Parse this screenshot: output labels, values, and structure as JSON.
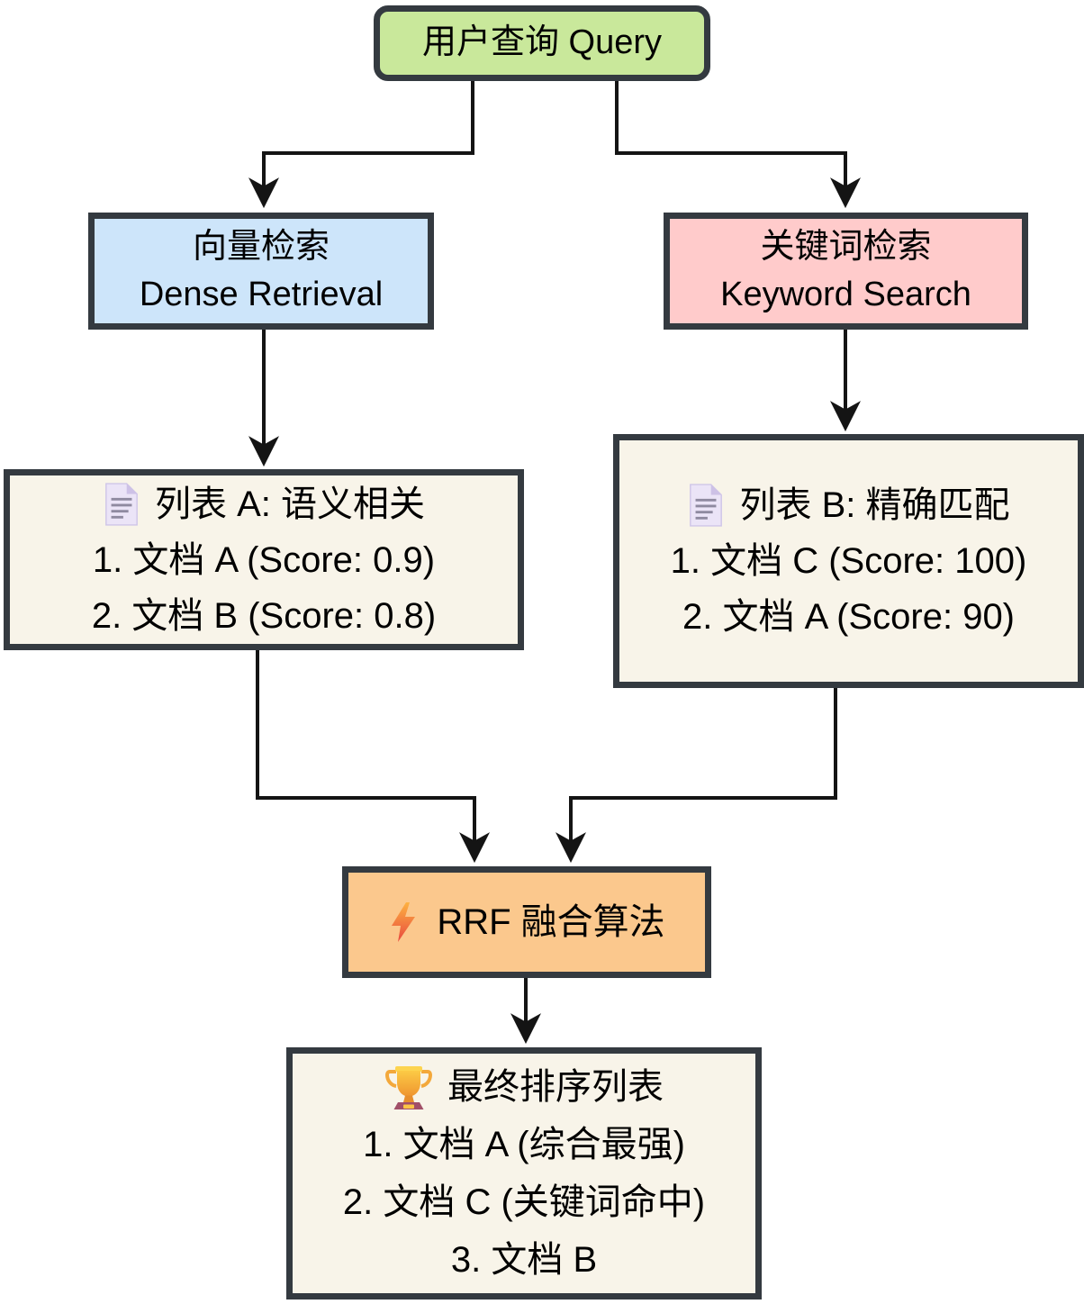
{
  "diagram": {
    "type": "flowchart",
    "nodes": {
      "query": {
        "label": "用户查询 Query"
      },
      "dense": {
        "line1": "向量检索",
        "line2": "Dense Retrieval"
      },
      "keyword": {
        "line1": "关键词检索",
        "line2": "Keyword Search"
      },
      "list_a": {
        "icon": "document-icon",
        "title": "列表 A: 语义相关",
        "item1": "1. 文档 A (Score: 0.9)",
        "item2": "2. 文档 B (Score: 0.8)"
      },
      "list_b": {
        "icon": "document-icon",
        "title": "列表 B: 精确匹配",
        "item1": "1. 文档 C (Score: 100)",
        "item2": "2. 文档 A (Score: 90)"
      },
      "rrf": {
        "icon": "lightning-icon",
        "label": "RRF 融合算法"
      },
      "final": {
        "icon": "trophy-icon",
        "title": "最终排序列表",
        "item1": "1. 文档 A (综合最强)",
        "item2": "2. 文档 C (关键词命中)",
        "item3": "3. 文档 B"
      }
    },
    "edges": [
      {
        "from": "query",
        "to": "dense"
      },
      {
        "from": "query",
        "to": "keyword"
      },
      {
        "from": "dense",
        "to": "list_a"
      },
      {
        "from": "keyword",
        "to": "list_b"
      },
      {
        "from": "list_a",
        "to": "rrf"
      },
      {
        "from": "list_b",
        "to": "rrf"
      },
      {
        "from": "rrf",
        "to": "final"
      }
    ],
    "colors": {
      "query_fill": "#c9e89b",
      "dense_fill": "#cde5fa",
      "keyword_fill": "#ffcbcb",
      "panel_fill": "#f8f4e9",
      "rrf_fill": "#fbc88d",
      "node_border": "#343a40",
      "edge_line": "#141414",
      "text": "#000000"
    }
  }
}
